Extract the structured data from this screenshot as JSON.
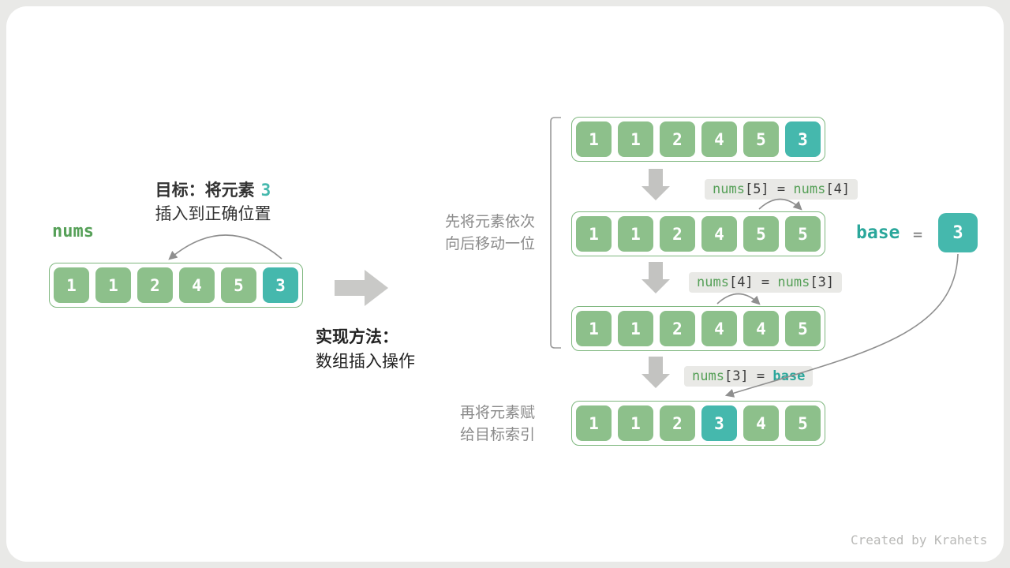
{
  "colors": {
    "green": "#8dc08b",
    "teal": "#45b8ad",
    "teal_text": "#2aa79b"
  },
  "left": {
    "label": "nums",
    "goal_prefix": "目标：将元素",
    "goal_value": "3",
    "goal_line2": "插入到正确位置",
    "method_line1": "实现方法：",
    "method_line2": "数组插入操作",
    "array": {
      "values": [
        1,
        1,
        2,
        4,
        5,
        3
      ],
      "highlight": 5
    }
  },
  "right": {
    "shift_label_line1": "先将元素依次",
    "shift_label_line2": "向后移动一位",
    "assign_label_line1": "再将元素赋",
    "assign_label_line2": "给目标索引",
    "steps": [
      {
        "values": [
          1,
          1,
          2,
          4,
          5,
          3
        ],
        "highlight": 5
      },
      {
        "values": [
          1,
          1,
          2,
          4,
          5,
          5
        ],
        "highlight": -1
      },
      {
        "values": [
          1,
          1,
          2,
          4,
          4,
          5
        ],
        "highlight": -1
      },
      {
        "values": [
          1,
          1,
          2,
          3,
          4,
          5
        ],
        "highlight": 3
      }
    ],
    "code_labels": [
      {
        "fn": "nums",
        "idx": "[5]",
        "eq": " = ",
        "fn2": "nums",
        "idx2": "[4]"
      },
      {
        "fn": "nums",
        "idx": "[4]",
        "eq": " = ",
        "fn2": "nums",
        "idx2": "[3]"
      },
      {
        "fn": "nums",
        "idx": "[3]",
        "eq": " = ",
        "base": "base"
      }
    ]
  },
  "base": {
    "name": "base",
    "eq": "=",
    "value": "3"
  },
  "watermark": "Created by Krahets"
}
